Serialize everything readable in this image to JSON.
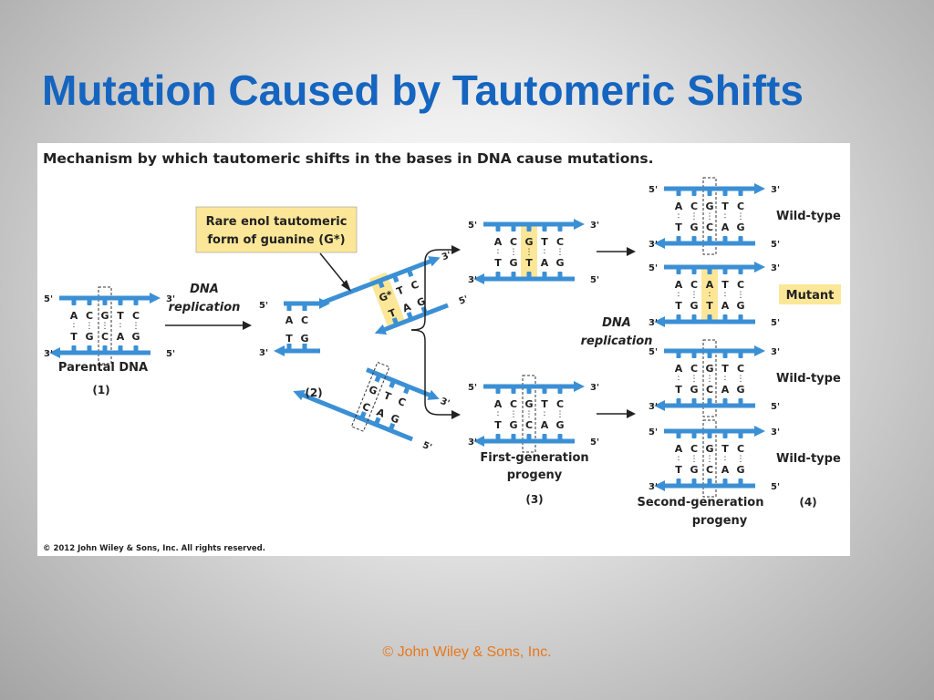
{
  "slide": {
    "title": "Mutation Caused by Tautomeric Shifts",
    "footer": "© John Wiley & Sons, Inc."
  },
  "figure": {
    "heading": "Mechanism by which tautomeric shifts in the bases in DNA cause mutations.",
    "copyright": "© 2012 John Wiley & Sons, Inc. All rights reserved.",
    "callout": [
      "Rare enol tautomeric",
      "form of guanine (G*)"
    ],
    "step1": "DNA",
    "step2": "replication",
    "parental": "Parental DNA",
    "n1": "(1)",
    "n2": "(2)",
    "n3": "(3)",
    "n4": "(4)",
    "first1": "First-generation",
    "first2": "progeny",
    "second1": "Second-generation",
    "second2": "progeny",
    "wild": "Wild-type",
    "mutant": "Mutant",
    "five": "5'",
    "three": "3'",
    "gstar": "G*",
    "bases": {
      "A": "A",
      "C": "C",
      "G": "G",
      "T": "T"
    },
    "colors": {
      "strand": "#3b8fd4",
      "highlight": "#fbe797",
      "title": "#1565c0",
      "footer": "#e8781c"
    }
  }
}
